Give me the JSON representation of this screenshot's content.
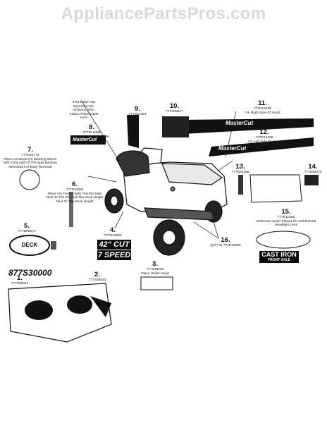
{
  "watermark": "AppliancePartsPros.com",
  "parts": [
    {
      "num": "1.",
      "code": "777S00016",
      "desc": ""
    },
    {
      "num": "2.",
      "code": "777S00023",
      "desc": ""
    },
    {
      "num": "3.",
      "code": "777X43203",
      "desc": "Place Under Hood"
    },
    {
      "num": "4.",
      "code": "777D12680",
      "desc": ""
    },
    {
      "num": "5.",
      "code": "777D06673",
      "desc": ""
    },
    {
      "num": "6.",
      "code": "777D12653",
      "desc": "Place On Fender With The Pto Side Next To The Pto And The Deck Height Next To The Deck Height"
    },
    {
      "num": "7.",
      "code": "777D22773",
      "desc": "Place Centered On Steering Wheel With Only Half Of The Split Backing Removed For Easy Removal"
    },
    {
      "num": "8.",
      "code": "777D12499",
      "desc": "Center On Rear Fender"
    },
    {
      "num": "9.",
      "code": "777D22454",
      "desc": ""
    },
    {
      "num": "10.",
      "code": "777S33617",
      "desc": ""
    },
    {
      "num": "11.",
      "code": "777D12495",
      "desc": "On Right Side Of Hood"
    },
    {
      "num": "12.",
      "code": "777D12496",
      "desc": "On Left Side Of Hood"
    },
    {
      "num": "13.",
      "code": "777D22455",
      "desc": ""
    },
    {
      "num": "14.",
      "code": "777D22470",
      "desc": ""
    },
    {
      "num": "15.",
      "code": "777D11566",
      "desc": "Reflective Insert Placed On Grill Behind Headlight Lens"
    },
    {
      "num": "16.",
      "code": "(QTY 2) 777D12500",
      "desc": ""
    }
  ],
  "note": "If BJ Label Has Important Dis-missions Infor-mation Place Label Here",
  "decals": {
    "cut": "42\" CUT",
    "speed": "7 SPEED",
    "cast_iron": "CAST IRON",
    "front_axle": "FRONT AXLE",
    "brand": "MasterCut",
    "deck": "DECK",
    "kit": "877S30000"
  }
}
